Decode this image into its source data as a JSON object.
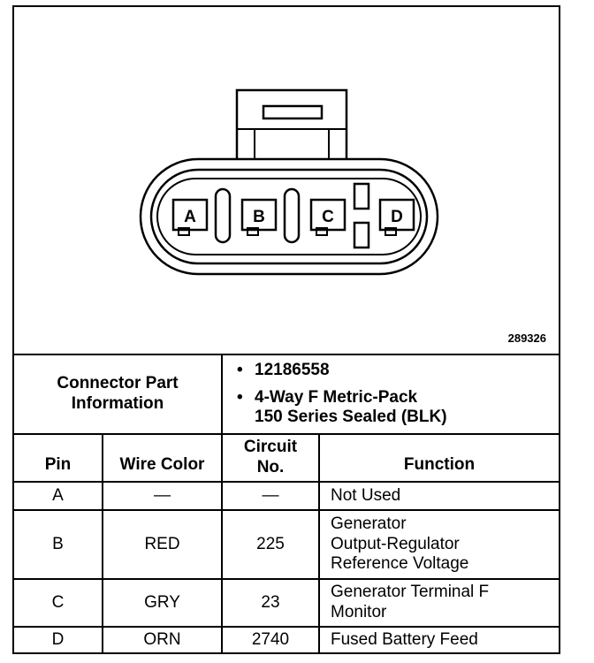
{
  "figure_number": "289326",
  "connector": {
    "pins": [
      "A",
      "B",
      "C",
      "D"
    ]
  },
  "part_info": {
    "label_line1": "Connector Part",
    "label_line2": "Information",
    "part_number": "12186558",
    "description_line1": "4-Way F Metric-Pack",
    "description_line2": "150 Series Sealed (BLK)"
  },
  "table": {
    "headers": {
      "pin": "Pin",
      "wire_color": "Wire Color",
      "circuit_line1": "Circuit",
      "circuit_line2": "No.",
      "function": "Function"
    },
    "rows": [
      {
        "pin": "A",
        "wire_color": "—",
        "circuit": "—",
        "function": [
          "Not Used"
        ]
      },
      {
        "pin": "B",
        "wire_color": "RED",
        "circuit": "225",
        "function": [
          "Generator",
          "Output-Regulator",
          "Reference Voltage"
        ]
      },
      {
        "pin": "C",
        "wire_color": "GRY",
        "circuit": "23",
        "function": [
          "Generator Terminal F",
          "Monitor"
        ]
      },
      {
        "pin": "D",
        "wire_color": "ORN",
        "circuit": "2740",
        "function": [
          "Fused Battery Feed"
        ]
      }
    ]
  }
}
